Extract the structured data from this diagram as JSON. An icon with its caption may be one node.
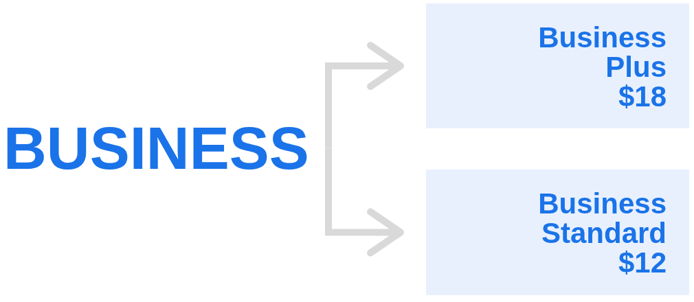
{
  "diagram": {
    "nodes": [
      {
        "text": [
          "BUSINESS"
        ]
      },
      {
        "text": [
          "Business Plus",
          "$18"
        ]
      },
      {
        "text": [
          "Business Standard",
          "$12"
        ]
      }
    ],
    "edges": [
      {
        "from": 0,
        "to": 1,
        "arrow": "to"
      },
      {
        "from": 0,
        "to": 2,
        "arrow": "to"
      }
    ]
  }
}
